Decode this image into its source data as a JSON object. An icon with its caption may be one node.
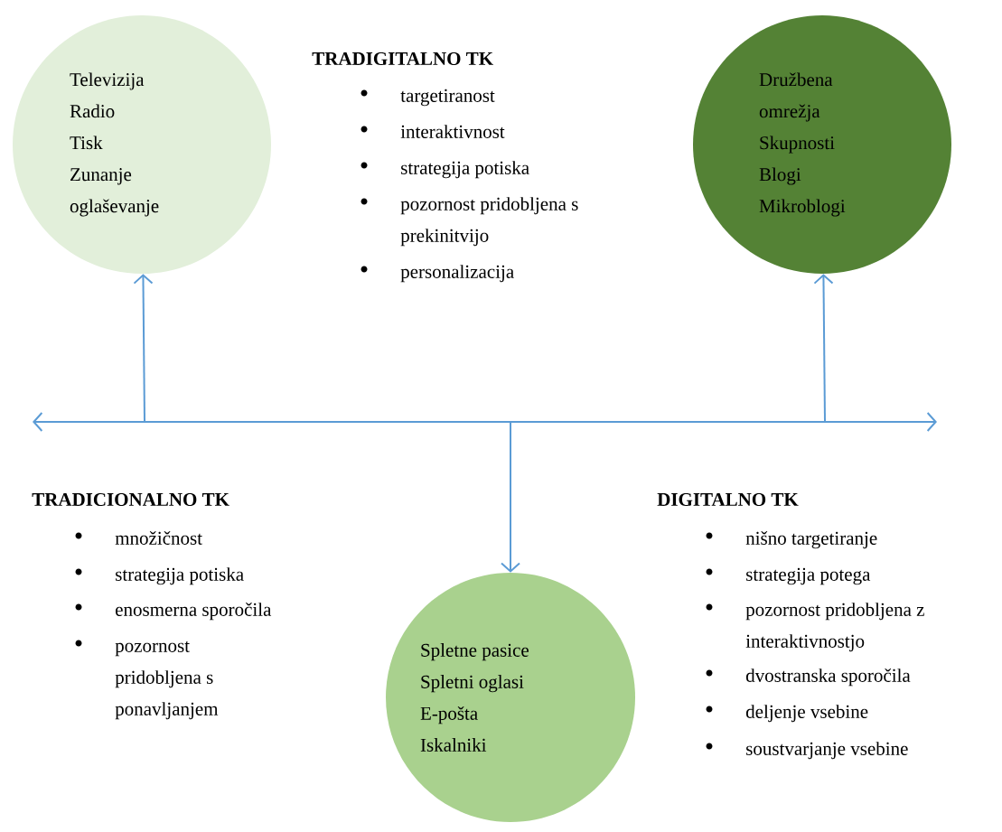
{
  "diagram": {
    "nodes": [
      {
        "text": [
          "Televizija",
          "Radio",
          "Tisk",
          "Zunanje oglaševanje"
        ]
      },
      {
        "text": [
          "Družbena omrežja",
          "Skupnosti",
          "Blogi",
          "Mikroblogi"
        ]
      },
      {
        "text": [
          "Spletne pasice",
          "Spletni oglasi",
          "E-pošta",
          "Iskalniki"
        ]
      }
    ],
    "edges": [
      {
        "from": null,
        "to": 0,
        "arrow": "to"
      },
      {
        "from": null,
        "to": 1,
        "arrow": "to"
      },
      {
        "from": null,
        "to": 2,
        "arrow": "to"
      }
    ],
    "labels": [
      "TRADIGITALNO TK",
      "targetiranost",
      "interaktivnost",
      "strategija potiska",
      "pozornost pridobljena s prekinitvijo",
      "personalizacija",
      "TRADICIONALNO TK",
      "množičnost",
      "strategija potiska",
      "enosmerna sporočila",
      "pozornost pridobljena s ponavljanjem",
      "DIGITALNO TK",
      "nišno targetiranje",
      "strategija potega",
      "pozornost pridobljena z interaktivnostjo",
      "dvostranska sporočila",
      "deljenje vsebine",
      "soustvarjanje vsebine"
    ]
  }
}
